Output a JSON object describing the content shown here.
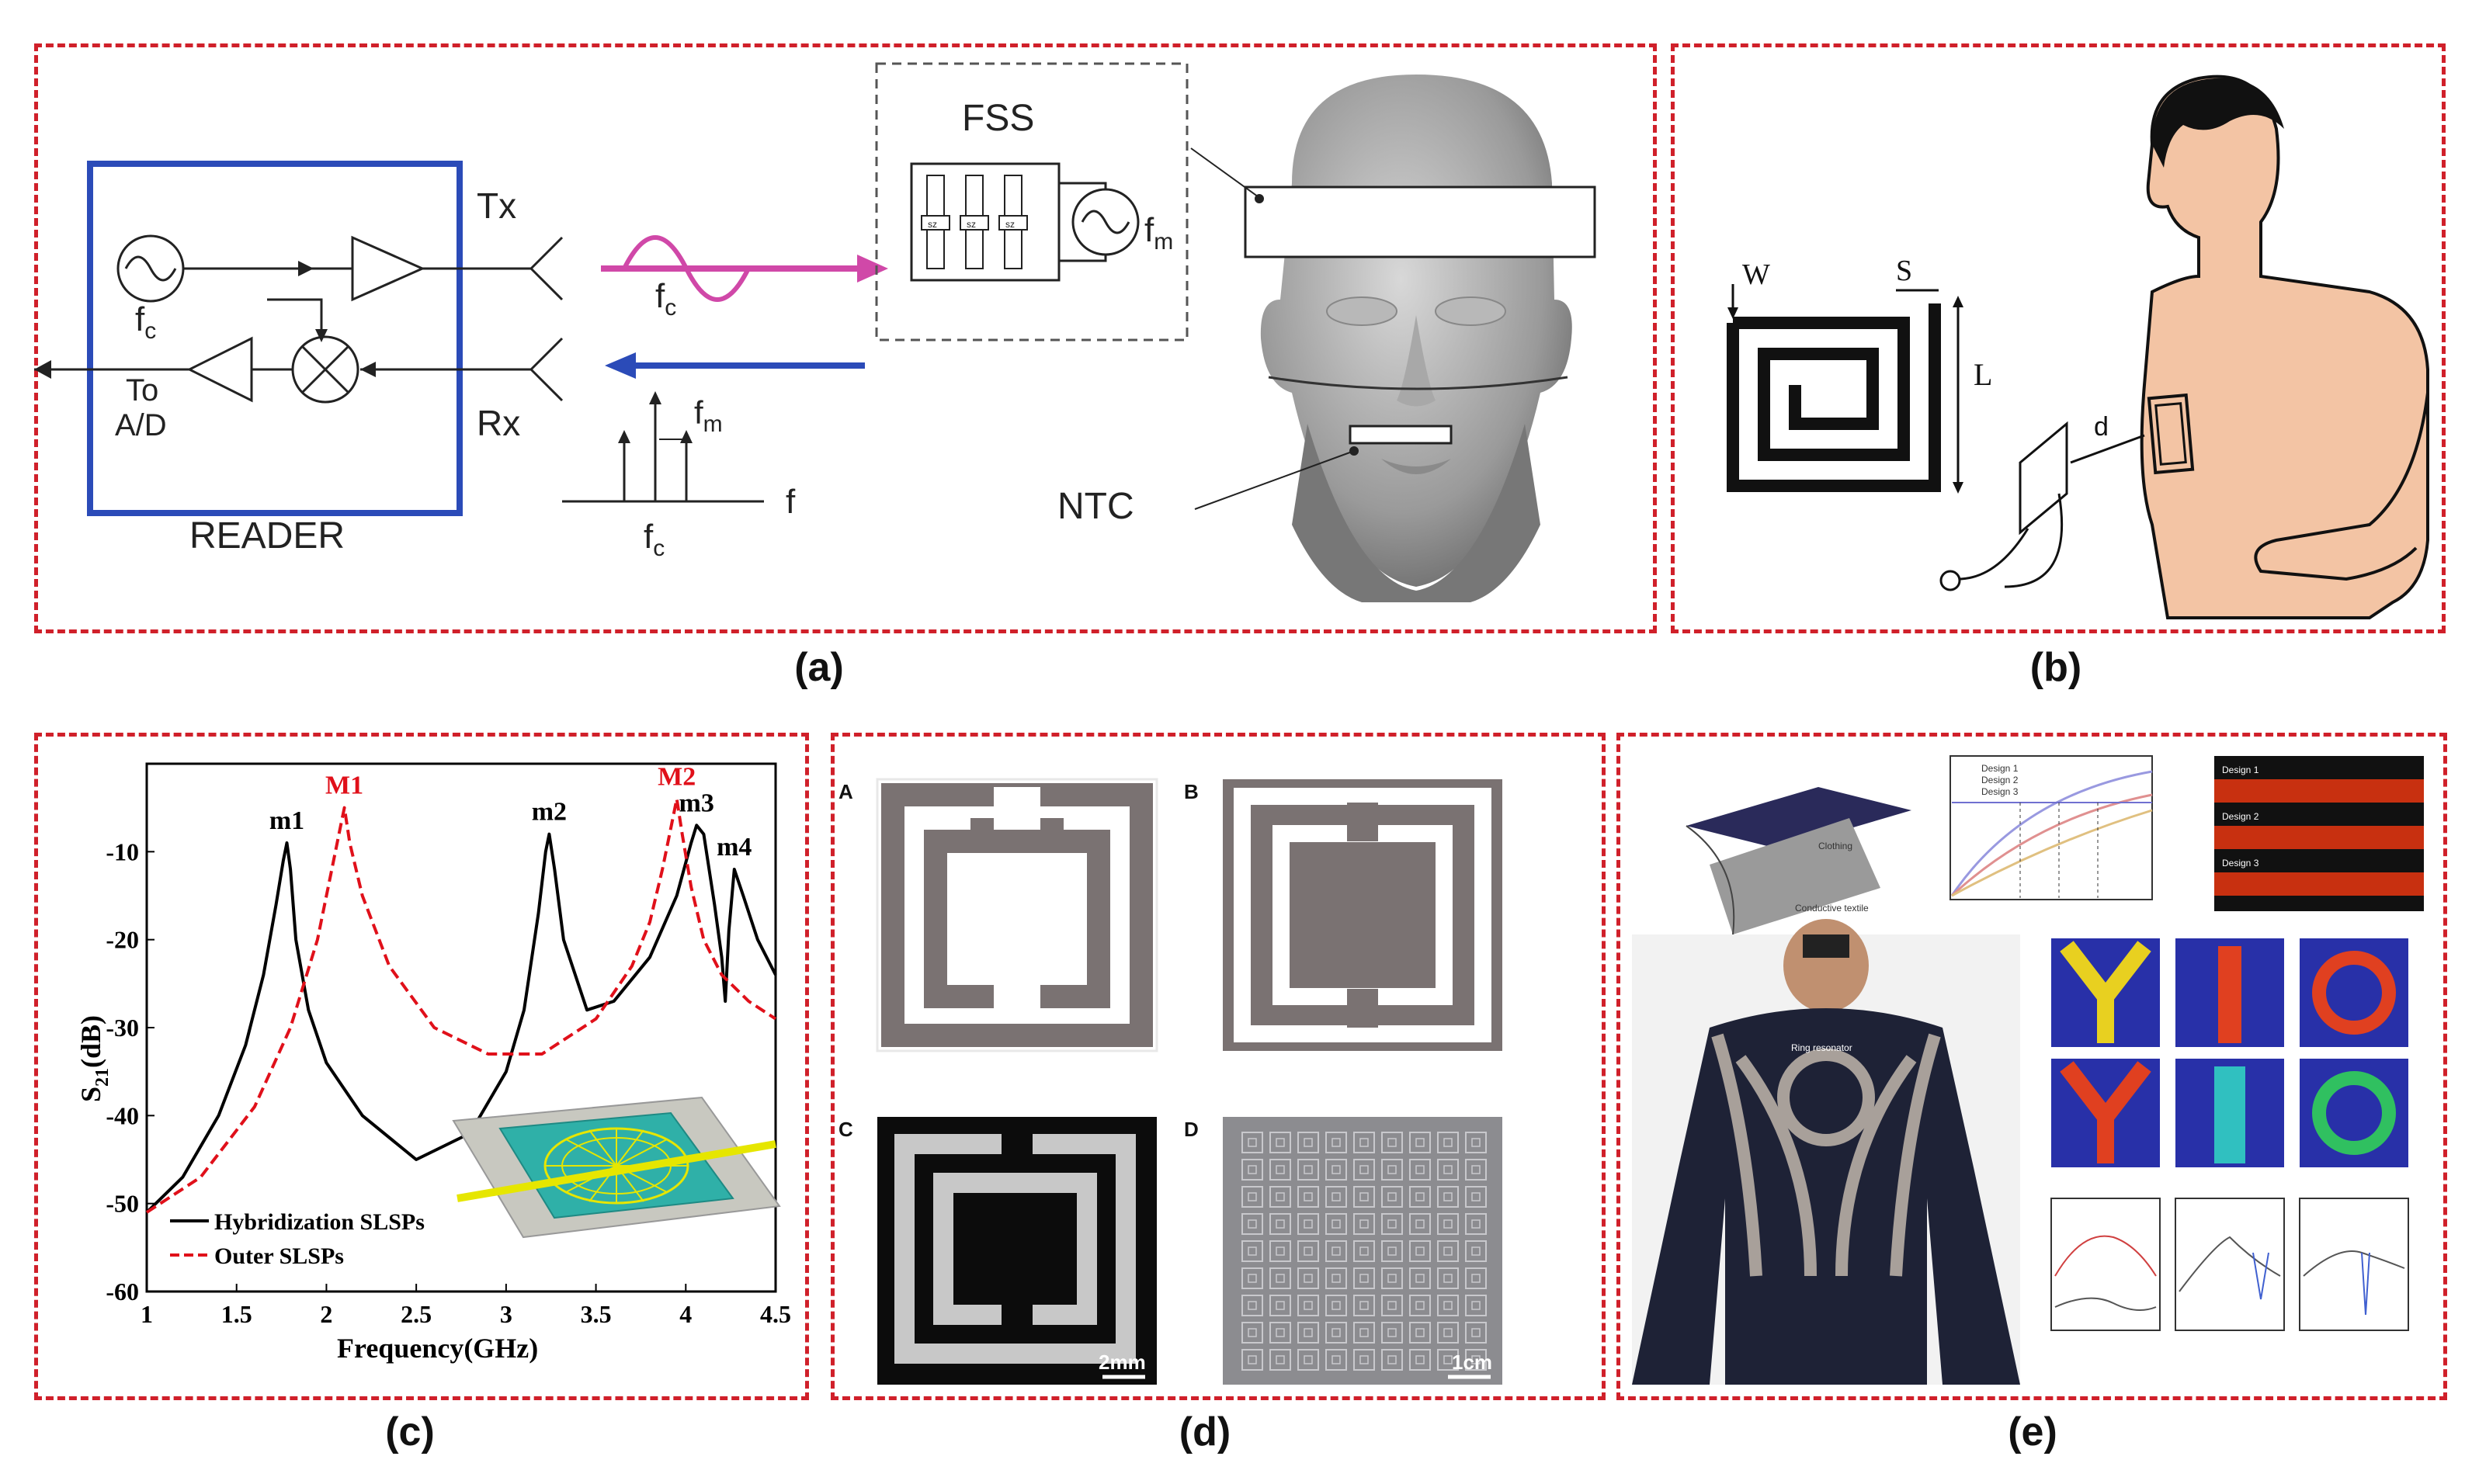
{
  "panels": {
    "a": {
      "caption": "(a)",
      "reader_label": "READER",
      "tx": "Tx",
      "rx": "Rx",
      "fc": "f",
      "fc_sub": "c",
      "to": "To",
      "ad": "A/D",
      "fss": "FSS",
      "fm": "f",
      "fm_sub": "m",
      "f_axis": "f",
      "ntc": "NTC",
      "sz": "sz"
    },
    "b": {
      "caption": "(b)",
      "w": "W",
      "s": "S",
      "l": "L",
      "d": "d"
    },
    "c": {
      "caption": "(c)"
    },
    "d": {
      "caption": "(d)",
      "A": "A",
      "B": "B",
      "C": "C",
      "D": "D",
      "scale_c": "2mm",
      "scale_d": "1cm"
    },
    "e": {
      "caption": "(e)",
      "legend": [
        "Design 1",
        "Design 2",
        "Design 3"
      ],
      "clothing": "Clothing",
      "textile": "Conductive textile",
      "ring": "Ring resonator",
      "design_labels": [
        "Design 1",
        "Design 2",
        "Design 3"
      ]
    }
  },
  "chart_data": {
    "type": "line",
    "xlabel": "Frequency(GHz)",
    "ylabel": "S21(dB)",
    "ylabel_main": "S",
    "ylabel_sub": "21",
    "ylabel_unit": "(dB)",
    "xlim": [
      1,
      4.5
    ],
    "ylim": [
      -60,
      0
    ],
    "xticks": [
      "1",
      "1.5",
      "2",
      "2.5",
      "3",
      "3.5",
      "4",
      "4.5"
    ],
    "yticks": [
      "-10",
      "-20",
      "-30",
      "-40",
      "-50",
      "-60"
    ],
    "series": [
      {
        "name": "Hybridization SLSPs",
        "color": "#000000",
        "x": [
          1.0,
          1.2,
          1.4,
          1.55,
          1.65,
          1.72,
          1.76,
          1.78,
          1.8,
          1.83,
          1.9,
          2.0,
          2.2,
          2.5,
          2.8,
          3.0,
          3.1,
          3.18,
          3.22,
          3.24,
          3.27,
          3.32,
          3.45,
          3.6,
          3.8,
          3.95,
          4.03,
          4.06,
          4.1,
          4.16,
          4.2,
          4.22,
          4.24,
          4.27,
          4.32,
          4.4,
          4.5
        ],
        "y": [
          -51,
          -47,
          -40,
          -32,
          -24,
          -16,
          -11,
          -9,
          -12,
          -20,
          -28,
          -34,
          -40,
          -45,
          -42,
          -35,
          -28,
          -17,
          -10,
          -8,
          -12,
          -20,
          -28,
          -27,
          -22,
          -15,
          -9,
          -7,
          -8,
          -16,
          -22,
          -27,
          -19,
          -12,
          -15,
          -20,
          -24
        ]
      },
      {
        "name": "Outer SLSPs",
        "color": "#e0101a",
        "x": [
          1.0,
          1.3,
          1.6,
          1.8,
          1.95,
          2.03,
          2.08,
          2.1,
          2.13,
          2.2,
          2.35,
          2.6,
          2.9,
          3.2,
          3.5,
          3.7,
          3.8,
          3.87,
          3.92,
          3.95,
          3.98,
          4.03,
          4.1,
          4.2,
          4.35,
          4.5
        ],
        "y": [
          -51,
          -47,
          -39,
          -30,
          -20,
          -12,
          -7,
          -5,
          -9,
          -15,
          -23,
          -30,
          -33,
          -33,
          -29,
          -23,
          -18,
          -12,
          -7,
          -4,
          -8,
          -14,
          -20,
          -24,
          -27,
          -29
        ]
      }
    ],
    "annotations": [
      {
        "text": "m1",
        "x": 1.78,
        "y": -9,
        "color": "#000000"
      },
      {
        "text": "M1",
        "x": 2.1,
        "y": -5,
        "color": "#e0101a"
      },
      {
        "text": "m2",
        "x": 3.24,
        "y": -8,
        "color": "#000000"
      },
      {
        "text": "M2",
        "x": 3.95,
        "y": -4,
        "color": "#e0101a"
      },
      {
        "text": "m3",
        "x": 4.06,
        "y": -7,
        "color": "#000000"
      },
      {
        "text": "m4",
        "x": 4.27,
        "y": -12,
        "color": "#000000"
      }
    ],
    "legend_position": "bottom-left"
  }
}
